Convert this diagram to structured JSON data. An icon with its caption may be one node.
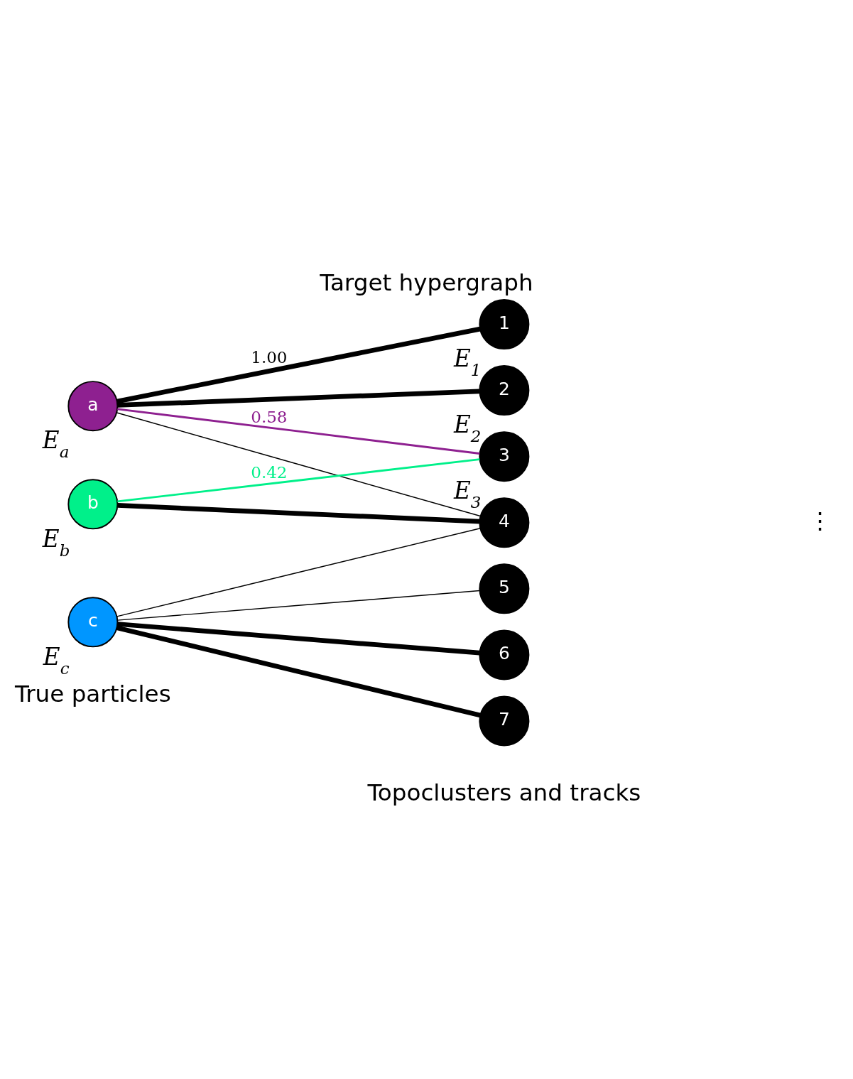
{
  "diagram": {
    "title": "Target hypergraph",
    "nodes": [
      {
        "text": [
          "a"
        ],
        "beside": [
          "E$_{a}$"
        ]
      },
      {
        "text": [
          "b"
        ],
        "beside": [
          "E$_{b}$"
        ]
      },
      {
        "text": [
          "c"
        ],
        "beside": [
          "E$_{c}$"
        ]
      },
      {
        "text": [
          "1"
        ],
        "beside": [
          "E$_{1}$"
        ]
      },
      {
        "text": [
          "2"
        ],
        "beside": [
          "E$_{2}$"
        ]
      },
      {
        "text": [
          "3"
        ],
        "beside": [
          "E$_{3}$"
        ]
      },
      {
        "text": [
          "4"
        ]
      },
      {
        "text": [
          "5"
        ]
      },
      {
        "text": [
          "6"
        ]
      },
      {
        "text": [
          "7"
        ]
      }
    ],
    "edges": [
      {
        "from": 0,
        "to": 3,
        "arrow": "none",
        "style": "thick",
        "label": "1.00"
      },
      {
        "from": 0,
        "to": 4,
        "arrow": "none",
        "style": "thick"
      },
      {
        "from": 0,
        "to": 5,
        "arrow": "none",
        "color": "#8e2090",
        "label": "0.58"
      },
      {
        "from": 0,
        "to": 6,
        "arrow": "none"
      },
      {
        "from": 1,
        "to": 5,
        "arrow": "none",
        "color": "#00f08a",
        "label": "0.42"
      },
      {
        "from": 1,
        "to": 6,
        "arrow": "none",
        "style": "thick"
      },
      {
        "from": 2,
        "to": 6,
        "arrow": "none"
      },
      {
        "from": 2,
        "to": 7,
        "arrow": "none"
      },
      {
        "from": 2,
        "to": 8,
        "arrow": "none",
        "style": "thick"
      },
      {
        "from": 2,
        "to": 9,
        "arrow": "none",
        "style": "thick"
      }
    ],
    "labels": [
      "⋮",
      "True particles",
      "Topoclusters and tracks"
    ]
  }
}
